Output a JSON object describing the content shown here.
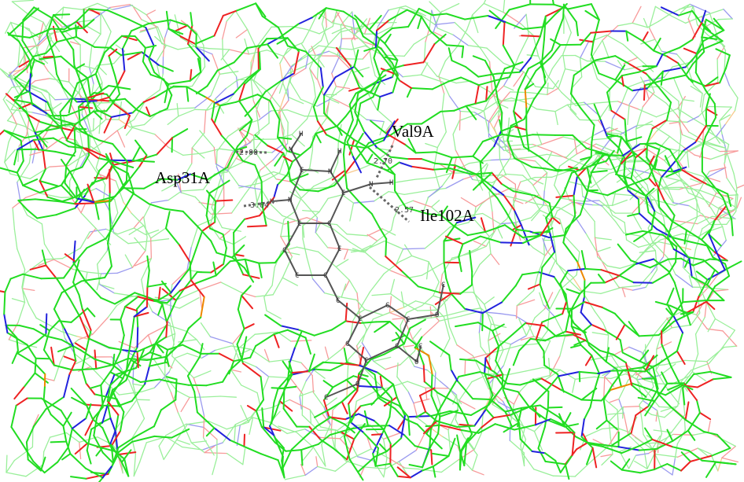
{
  "colors": {
    "carbon": "#22dd22",
    "oxygen": "#ee2222",
    "nitrogen": "#2222dd",
    "phosphorus": "#ee8800",
    "ligand": "#555555",
    "hbond": "#666666",
    "label": "#000000"
  },
  "residue_labels": {
    "val9a": "Val9A",
    "asp31a": "Asp31A",
    "ile102a": "Ile102A"
  },
  "hbond_distances": {
    "d1": "2.00",
    "d2": "3.04",
    "d3": "2.70",
    "d4": "2.57"
  },
  "ligand_atom_labels": {
    "hydrogen": "H",
    "carbon": "C",
    "nitrogen": "N",
    "oxygen": "O"
  }
}
